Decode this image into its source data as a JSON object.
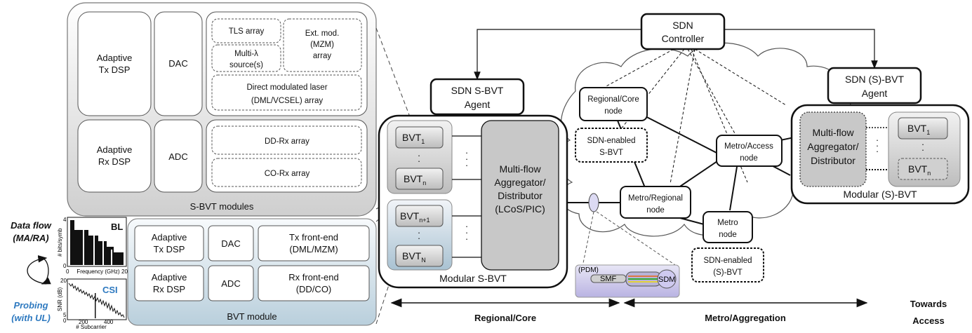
{
  "sbvt_modules": {
    "caption": "S-BVT modules",
    "tx_dsp": [
      "Adaptive",
      "Tx DSP"
    ],
    "dac": "DAC",
    "tls": "TLS array",
    "multi_lambda": [
      "Multi-λ",
      "source(s)"
    ],
    "ext_mod": [
      "Ext. mod.",
      "(MZM)",
      "array"
    ],
    "dml": [
      "Direct modulated laser",
      "(DML/VCSEL) array"
    ],
    "rx_dsp": [
      "Adaptive",
      "Rx DSP"
    ],
    "adc": "ADC",
    "dd_rx": "DD-Rx array",
    "co_rx": "CO-Rx array"
  },
  "bvt_module": {
    "caption": "BVT module",
    "tx_dsp": [
      "Adaptive",
      "Tx DSP"
    ],
    "dac": "DAC",
    "tx_fe": [
      "Tx front-end",
      "(DML/MZM)"
    ],
    "rx_dsp": [
      "Adaptive",
      "Rx DSP"
    ],
    "adc": "ADC",
    "rx_fe": [
      "Rx front-end",
      "(DD/CO)"
    ]
  },
  "side": {
    "data_flow": [
      "Data flow",
      "(MA/RA)"
    ],
    "probing": [
      "Probing",
      "(with UL)"
    ],
    "bl": "BL",
    "csi": "CSI",
    "bl_ylabel": "# bits/symb",
    "bl_xlabel": "Frequency (GHz)",
    "bl_xticks": [
      "0",
      "20"
    ],
    "bl_yticks": [
      "4",
      "0"
    ],
    "csi_ylabel": "SNR (dB)",
    "csi_xlabel": "# Subcarrier",
    "csi_xticks": [
      "200",
      "400"
    ],
    "csi_yticks": [
      "20",
      "5",
      "0"
    ]
  },
  "modular_sbvt": {
    "caption": "Modular S-BVT",
    "agent": [
      "SDN S-BVT",
      "Agent"
    ],
    "bvt1": "BVT",
    "bvt1_sub": "1",
    "bvtn": "BVT",
    "bvtn_sub": "n",
    "bvtn1": "BVT",
    "bvtn1_sub": "n+1",
    "bvtN": "BVT",
    "bvtN_sub": "N",
    "aggregator": [
      "Multi-flow",
      "Aggregator/",
      "Distributor",
      "(LCoS/PIC)"
    ]
  },
  "network": {
    "controller": [
      "SDN",
      "Controller"
    ],
    "regional_core_node": [
      "Regional/Core",
      "node"
    ],
    "sdn_sbvt": [
      "SDN-enabled",
      "S-BVT"
    ],
    "metro_regional": [
      "Metro/Regional",
      "node"
    ],
    "metro_access": [
      "Metro/Access",
      "node"
    ],
    "metro_node": [
      "Metro",
      "node"
    ],
    "sdn_s_bvt": [
      "SDN-enabled",
      "(S)-BVT"
    ],
    "pdm": "(PDM)",
    "smf": "SMF",
    "sdm": "SDM"
  },
  "modular_s_bvt": {
    "caption": "Modular (S)-BVT",
    "agent": [
      "SDN (S)-BVT",
      "Agent"
    ],
    "aggregator": [
      "Multi-flow",
      "Aggregator/",
      "Distributor"
    ],
    "bvt1": "BVT",
    "bvt1_sub": "1",
    "bvtn": "BVT",
    "bvtn_sub": "n"
  },
  "bottom": {
    "regional_core": "Regional/Core",
    "metro_aggregation": "Metro/Aggregation",
    "towards": [
      "Towards",
      "Access"
    ]
  }
}
